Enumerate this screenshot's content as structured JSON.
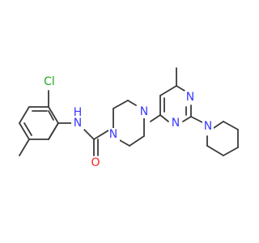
{
  "colors": {
    "carbon_bond": "#3a3a3a",
    "nitrogen": "#3a3aff",
    "oxygen": "#ff2020",
    "chlorine": "#22aa22",
    "background": "#ffffff"
  },
  "atom_labels": {
    "cl": "Cl",
    "amide_nh": "N\nH",
    "amide_n_text": "N",
    "amide_h_text": "H",
    "carbonyl_o": "O",
    "piperazine_n1": "N",
    "piperazine_n4": "N",
    "pyrimidine_n1": "N",
    "pyrimidine_n3": "N",
    "piperidine_n": "N"
  }
}
